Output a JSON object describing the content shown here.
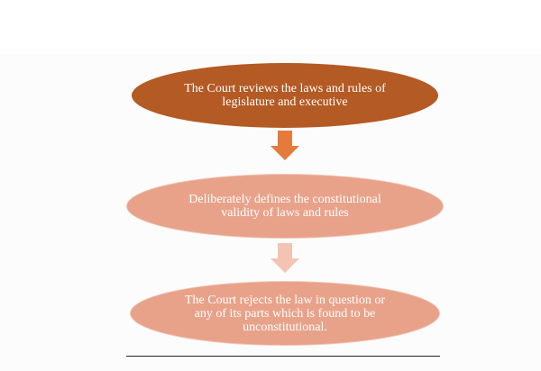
{
  "flowchart": {
    "nodes": [
      {
        "text": "The Court reviews the laws and rules of\nlegislature and executive",
        "fill": "#b45a24"
      },
      {
        "text": "Deliberately defines the constitutional\nvalidity of laws and rules",
        "fill": "#e9a28a"
      },
      {
        "text": "The Court rejects the law in question or\nany of its parts which is found to be\nunconstitutional.",
        "fill": "#e9a28a"
      }
    ],
    "arrows": [
      {
        "color": "#e57a3d"
      },
      {
        "color": "#f3c4b4"
      }
    ]
  }
}
